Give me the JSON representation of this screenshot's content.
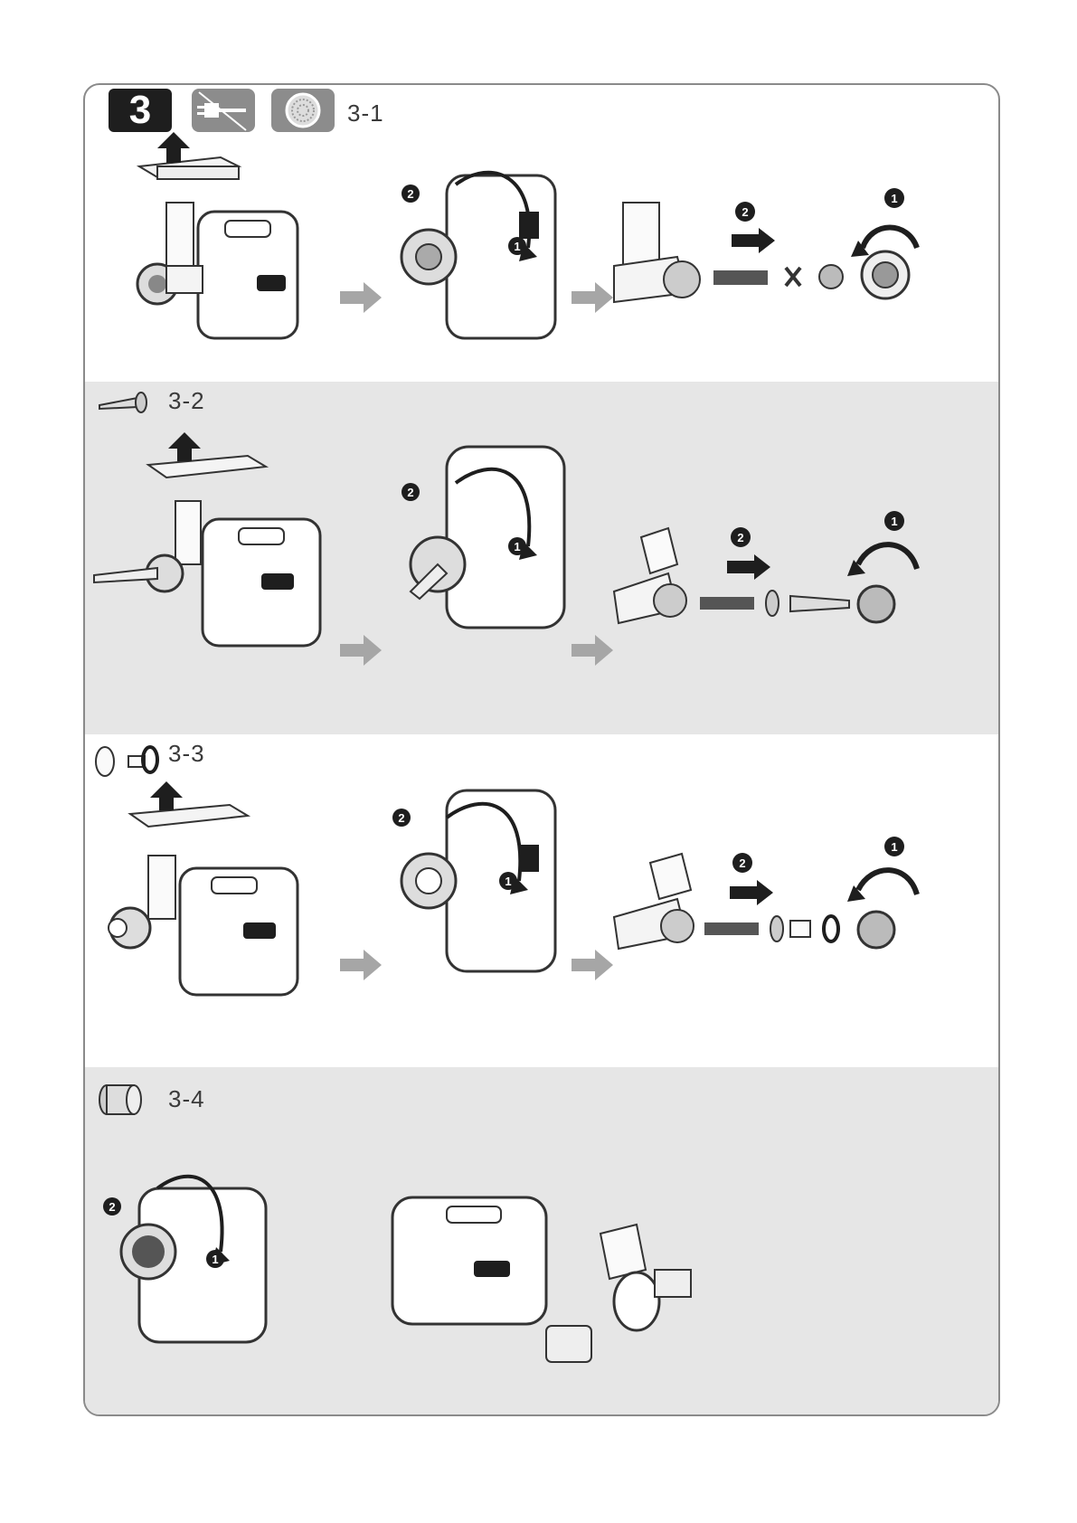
{
  "step": {
    "number": "3"
  },
  "icons": {
    "unplug": "unplug-icon",
    "cutting_plate": "cutting-plate-icon"
  },
  "sections": [
    {
      "id": "3-1",
      "label": "3-1",
      "callouts": [
        "1",
        "2"
      ]
    },
    {
      "id": "3-2",
      "label": "3-2",
      "callouts": [
        "1",
        "2"
      ]
    },
    {
      "id": "3-3",
      "label": "3-3",
      "callouts": [
        "1",
        "2"
      ]
    },
    {
      "id": "3-4",
      "label": "3-4",
      "callouts": [
        "1",
        "2"
      ]
    }
  ],
  "callout_labels": {
    "one": "1",
    "two": "2"
  },
  "colors": {
    "band_gray": "#e6e6e6",
    "arrow_gray": "#a6a6a6",
    "ink": "#1e1e1e"
  }
}
